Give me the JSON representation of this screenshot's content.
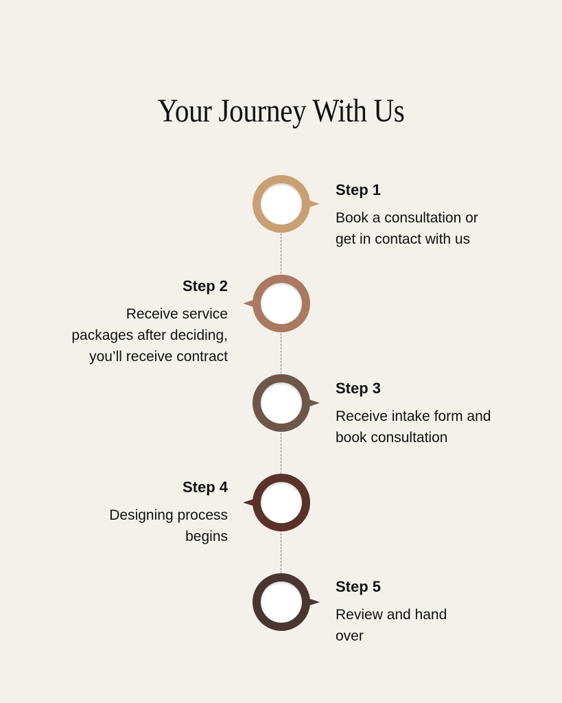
{
  "title": "Your Journey With Us",
  "steps": [
    {
      "label": "Step 1",
      "lines": [
        "Book a consultation or",
        "get in contact with us"
      ],
      "color": "#c9a074",
      "side": "right"
    },
    {
      "label": "Step 2",
      "lines": [
        "Receive service",
        "packages after deciding,",
        "you’ll receive contract"
      ],
      "color": "#a97a61",
      "side": "left"
    },
    {
      "label": "Step 3",
      "lines": [
        "Receive intake form and",
        "book consultation"
      ],
      "color": "#6e574a",
      "side": "right"
    },
    {
      "label": "Step 4",
      "lines": [
        "Designing process",
        "begins"
      ],
      "color": "#5a3229",
      "side": "left"
    },
    {
      "label": "Step 5",
      "lines": [
        "Review and hand",
        "over"
      ],
      "color": "#4a3630",
      "side": "right"
    }
  ]
}
